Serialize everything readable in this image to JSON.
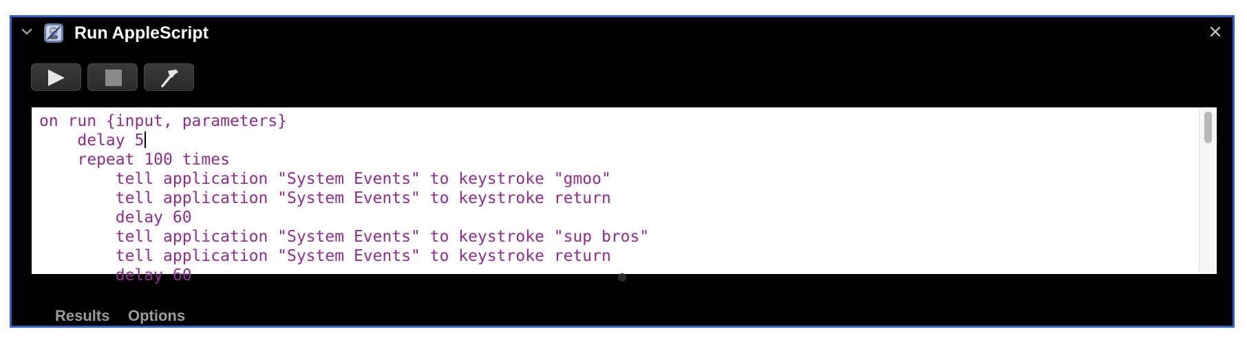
{
  "header": {
    "title": "Run AppleScript",
    "app_icon": "automator-robot-icon",
    "collapse_icon": "chevron-down-icon",
    "close_icon": "close-icon"
  },
  "toolbar": {
    "buttons": [
      {
        "name": "run-button",
        "icon": "play-icon"
      },
      {
        "name": "stop-button",
        "icon": "stop-icon"
      },
      {
        "name": "compile-button",
        "icon": "hammer-icon"
      }
    ]
  },
  "editor": {
    "lines": [
      "on run {input, parameters}",
      "    delay 5",
      "    repeat 100 times",
      "        tell application \"System Events\" to keystroke \"gmoo\"",
      "        tell application \"System Events\" to keystroke return",
      "        delay 60",
      "        tell application \"System Events\" to keystroke \"sup bros\"",
      "        tell application \"System Events\" to keystroke return",
      "        delay 60"
    ],
    "code_color": "#8e2d8e"
  },
  "tabs": {
    "results": "Results",
    "options": "Options"
  },
  "colors": {
    "panel_background": "#000000",
    "panel_border": "#2e64c9",
    "editor_background": "#ffffff"
  }
}
